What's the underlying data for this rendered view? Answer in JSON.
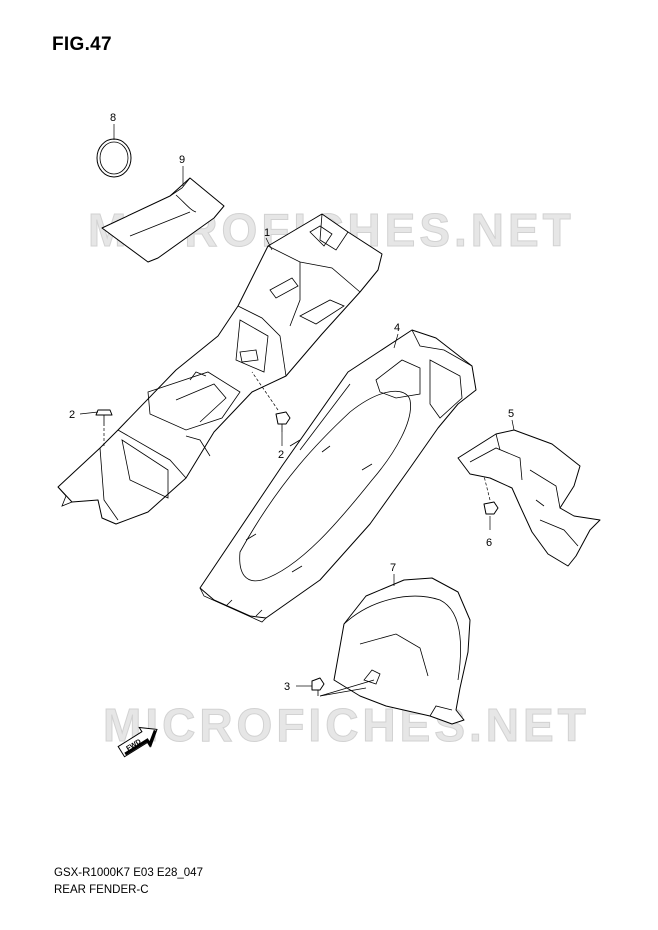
{
  "figure": {
    "title": "FIG.47",
    "code": "GSX-R1000K7 E03 E28_047",
    "caption": "REAR FENDER-C"
  },
  "watermark": {
    "text": "MICROFICHES.NET",
    "count": 2
  },
  "direction_arrow": {
    "label": "FWD",
    "icon": "fwd-arrow-icon"
  },
  "callouts": [
    {
      "id": "callout-1",
      "label": "1"
    },
    {
      "id": "callout-2a",
      "label": "2"
    },
    {
      "id": "callout-2b",
      "label": "2"
    },
    {
      "id": "callout-3",
      "label": "3"
    },
    {
      "id": "callout-4",
      "label": "4"
    },
    {
      "id": "callout-5",
      "label": "5"
    },
    {
      "id": "callout-6",
      "label": "6"
    },
    {
      "id": "callout-7",
      "label": "7"
    },
    {
      "id": "callout-8",
      "label": "8"
    },
    {
      "id": "callout-9",
      "label": "9"
    }
  ],
  "colors": {
    "line": "#000000",
    "background": "#ffffff",
    "watermark": "#e6e6e6"
  }
}
